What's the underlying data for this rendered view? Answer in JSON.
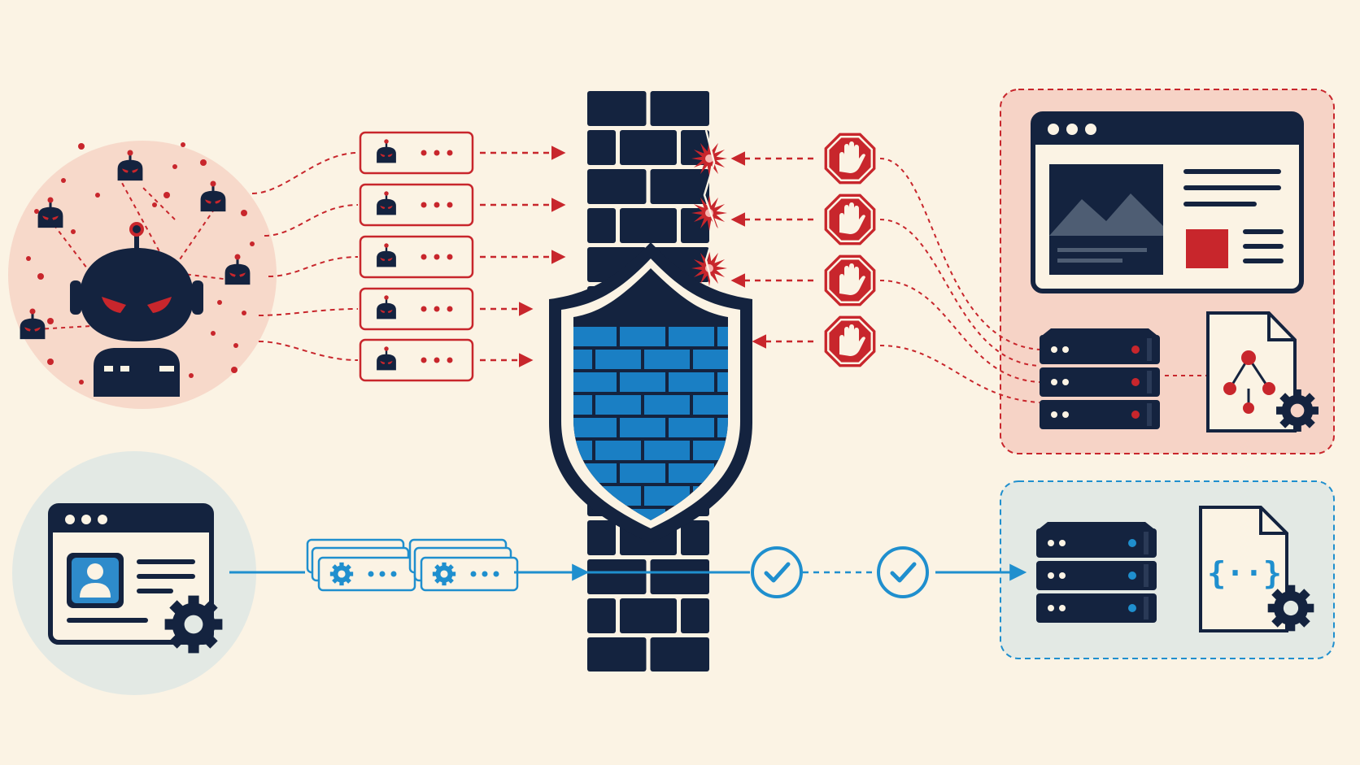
{
  "colors": {
    "background": "#fbf3e4",
    "navy": "#14233f",
    "threat_red": "#c8262c",
    "threat_zone": "#f6d3c6",
    "safe_blue": "#1f8fce",
    "safe_zone": "#e3e9e4",
    "shield_blue": "#1a7fc4",
    "cream": "#fbf3e4"
  },
  "icons": {
    "bot_swarm": "bot-swarm-icon",
    "bot_request": "bot-request-icon",
    "firewall": "brick-wall-icon",
    "shield": "shield-icon",
    "block": "stop-hand-icon",
    "impact": "impact-burst-icon",
    "website": "website-window-icon",
    "server": "server-rack-icon",
    "document": "document-sitemap-icon",
    "api": "api-code-document-icon",
    "client": "client-app-icon",
    "gear": "gear-icon",
    "check": "check-circle-icon"
  },
  "diagram": {
    "malicious_requests": 5,
    "blocked_requests": 4,
    "impacts": 3,
    "legit_requests": 2,
    "checks": 2
  }
}
